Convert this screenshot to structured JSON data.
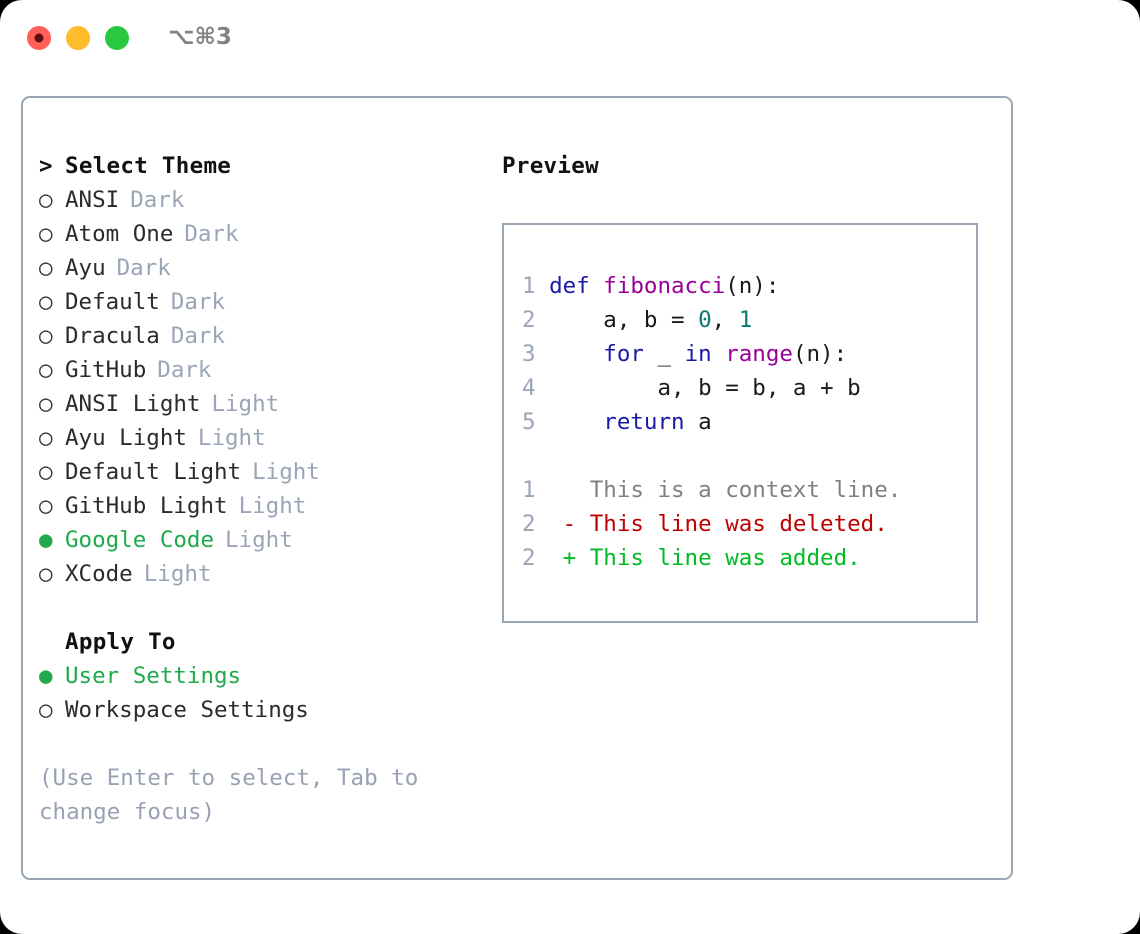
{
  "window": {
    "shortcut": "⌥⌘3",
    "traffic_lights": [
      {
        "name": "close-button",
        "color": "#ff5f57"
      },
      {
        "name": "minimize-button",
        "color": "#ffbd2e"
      },
      {
        "name": "maximize-button",
        "color": "#28c840"
      }
    ]
  },
  "chooser": {
    "heading": "Select Theme",
    "heading_marker": ">",
    "marker_selected": "●",
    "marker_unselected": "○",
    "themes": [
      {
        "name": "ANSI",
        "kind": "Dark",
        "selected": false
      },
      {
        "name": "Atom One",
        "kind": "Dark",
        "selected": false
      },
      {
        "name": "Ayu",
        "kind": "Dark",
        "selected": false
      },
      {
        "name": "Default",
        "kind": "Dark",
        "selected": false
      },
      {
        "name": "Dracula",
        "kind": "Dark",
        "selected": false
      },
      {
        "name": "GitHub",
        "kind": "Dark",
        "selected": false
      },
      {
        "name": "ANSI Light",
        "kind": "Light",
        "selected": false
      },
      {
        "name": "Ayu Light",
        "kind": "Light",
        "selected": false
      },
      {
        "name": "Default Light",
        "kind": "Light",
        "selected": false
      },
      {
        "name": "GitHub Light",
        "kind": "Light",
        "selected": false
      },
      {
        "name": "Google Code",
        "kind": "Light",
        "selected": true
      },
      {
        "name": "XCode",
        "kind": "Light",
        "selected": false
      }
    ],
    "apply_to": {
      "heading": "Apply To",
      "options": [
        {
          "name": "User Settings",
          "selected": true
        },
        {
          "name": "Workspace Settings",
          "selected": false
        }
      ]
    },
    "hint": "(Use Enter to select, Tab to change focus)"
  },
  "preview": {
    "title": "Preview",
    "code": [
      {
        "line_no": "1",
        "tokens": [
          {
            "t": "def ",
            "c": "kw"
          },
          {
            "t": "fibonacci",
            "c": "fn"
          },
          {
            "t": "(n):",
            "c": "plain"
          }
        ]
      },
      {
        "line_no": "2",
        "tokens": [
          {
            "t": "    a, b = ",
            "c": "plain"
          },
          {
            "t": "0",
            "c": "num"
          },
          {
            "t": ", ",
            "c": "plain"
          },
          {
            "t": "1",
            "c": "num"
          }
        ]
      },
      {
        "line_no": "3",
        "tokens": [
          {
            "t": "    ",
            "c": "plain"
          },
          {
            "t": "for",
            "c": "kw"
          },
          {
            "t": " _ ",
            "c": "plain"
          },
          {
            "t": "in",
            "c": "kw"
          },
          {
            "t": " ",
            "c": "plain"
          },
          {
            "t": "range",
            "c": "fn"
          },
          {
            "t": "(n):",
            "c": "plain"
          }
        ]
      },
      {
        "line_no": "4",
        "tokens": [
          {
            "t": "        a, b = b, a + b",
            "c": "plain"
          }
        ]
      },
      {
        "line_no": "5",
        "tokens": [
          {
            "t": "    ",
            "c": "plain"
          },
          {
            "t": "return",
            "c": "kw"
          },
          {
            "t": " a",
            "c": "plain"
          }
        ]
      }
    ],
    "diff": [
      {
        "line_no": "1",
        "marker": " ",
        "text": "This is a context line.",
        "kind": "ctx"
      },
      {
        "line_no": "2",
        "marker": "-",
        "text": "This line was deleted.",
        "kind": "del"
      },
      {
        "line_no": "2",
        "marker": "+",
        "text": "This line was added.",
        "kind": "add"
      }
    ]
  },
  "colors": {
    "accent_green": "#1faa4b",
    "diff_add": "#00bb22",
    "diff_del": "#c00000",
    "diff_ctx": "#808080",
    "muted": "#9aa5b8",
    "border": "#9aa5b4",
    "keyword": "#1a1aa8",
    "function": "#990099",
    "number": "#0b7a75"
  }
}
